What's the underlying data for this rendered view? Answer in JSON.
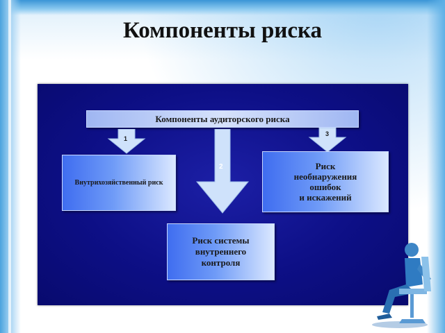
{
  "slide": {
    "title": "Компоненты риска"
  },
  "diagram": {
    "header_box": "Компоненты аудиторского риска",
    "arrows": [
      {
        "label": "1"
      },
      {
        "label": "2"
      },
      {
        "label": "3"
      }
    ],
    "inherent_risk_box": "Внутрихозяйственный риск",
    "detection_risk_box": {
      "lines": [
        "Риск",
        "необнаружения",
        "ошибок",
        "и искажений"
      ]
    },
    "control_risk_box": {
      "lines": [
        "Риск системы",
        "внутреннего",
        "контроля"
      ]
    }
  },
  "colors": {
    "diagram_background": "#0d0f86",
    "box_gradient_start": "#3f6df0",
    "box_gradient_end": "#dbe8ff",
    "arrow_fill": "#cfe2fb"
  }
}
